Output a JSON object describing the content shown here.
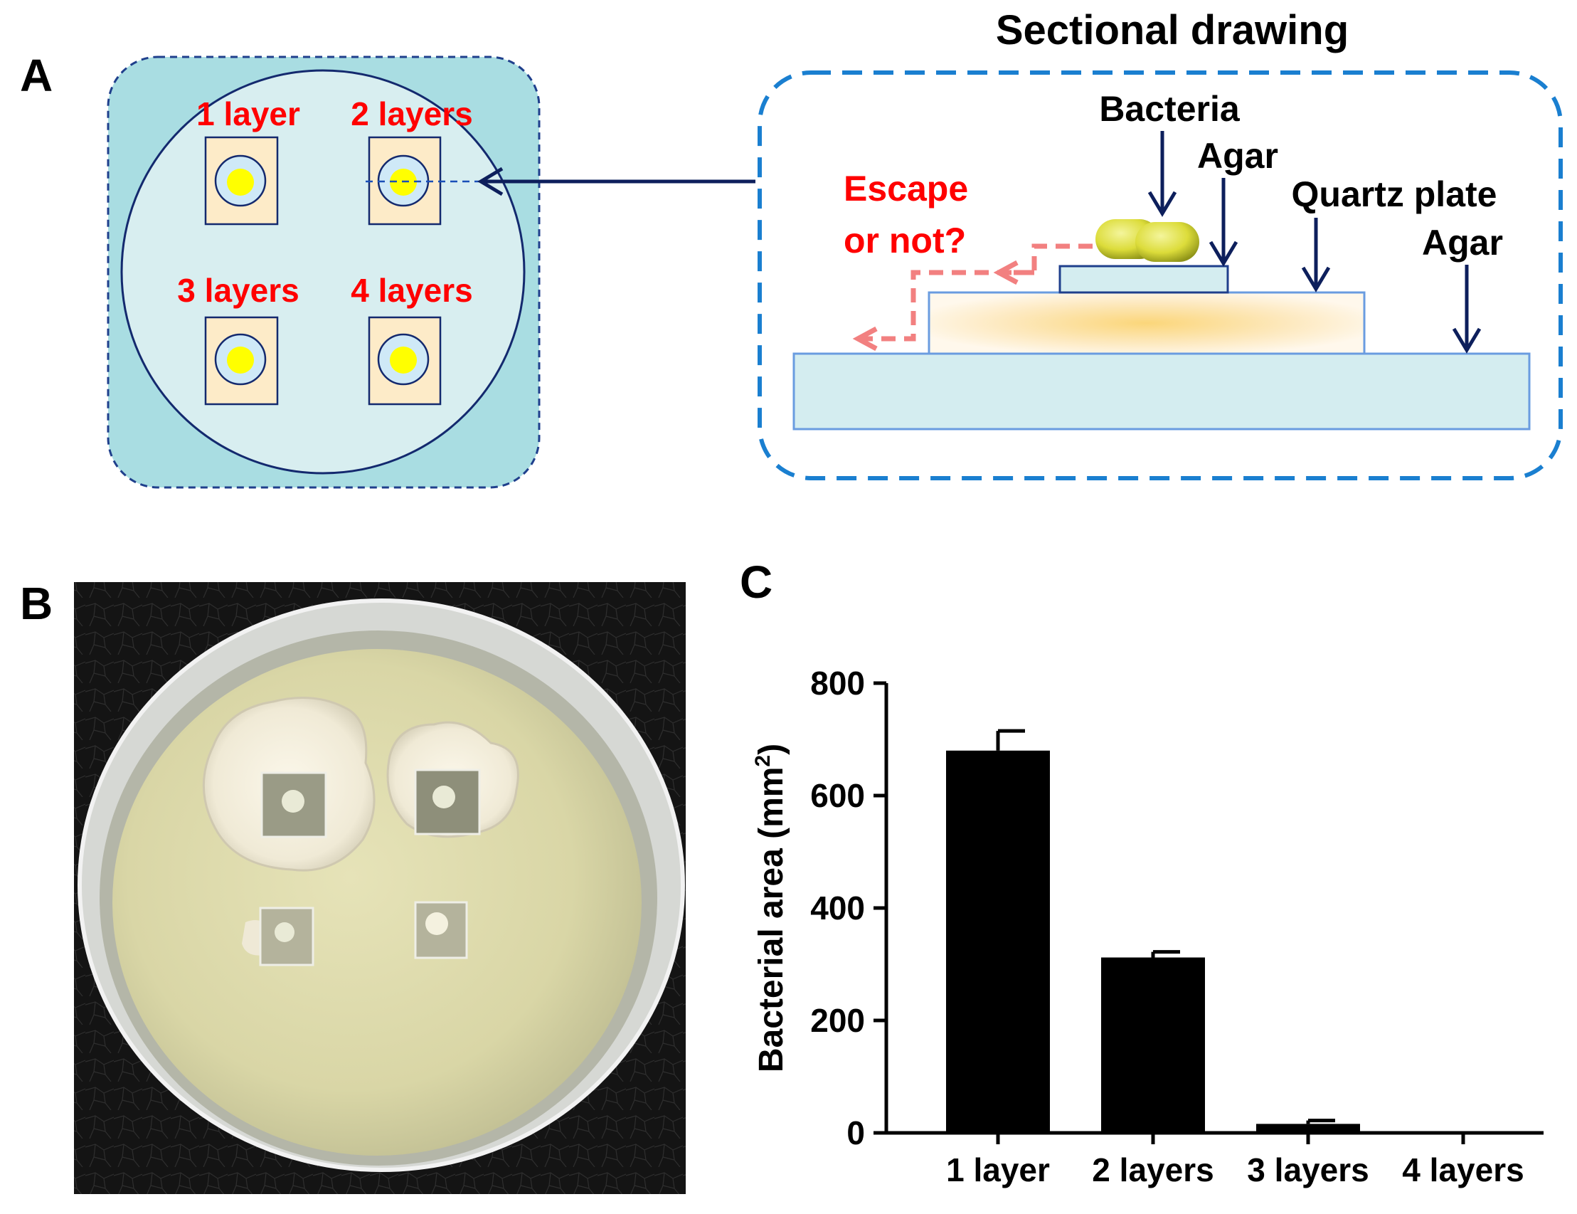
{
  "panels": {
    "a": "A",
    "b": "B",
    "c": "C"
  },
  "panel_a": {
    "labels": [
      "1 layer",
      "2 layers",
      "3 layers",
      "4 layers"
    ],
    "section_title": "Sectional drawing",
    "bacteria": "Bacteria",
    "agar_top": "Agar",
    "quartz": "Quartz plate",
    "agar_bottom": "Agar",
    "escape_line1": "Escape",
    "escape_line2": "or not?"
  },
  "colors": {
    "label_red": "#ff0000",
    "navy": "#0d1f5c",
    "dash_blue": "#1a7fd0",
    "escape_pink": "#f28080",
    "dish_teal": "#a9dde2",
    "dish_light": "#d8eef0",
    "plate_beige": "#fdebc8",
    "spot_yellow": "#ffff00"
  },
  "chart_data": {
    "type": "bar",
    "categories": [
      "1 layer",
      "2 layers",
      "3 layers",
      "4 layers"
    ],
    "values": [
      680,
      312,
      16,
      0
    ],
    "errors": [
      35,
      10,
      6,
      0
    ],
    "ylabel": "Bacterial area (mm",
    "ylabel_sup": "2",
    "ylabel_close": ")",
    "yticks": [
      0,
      200,
      400,
      600,
      800
    ],
    "ylim": [
      0,
      800
    ],
    "bar_color": "#000000"
  }
}
